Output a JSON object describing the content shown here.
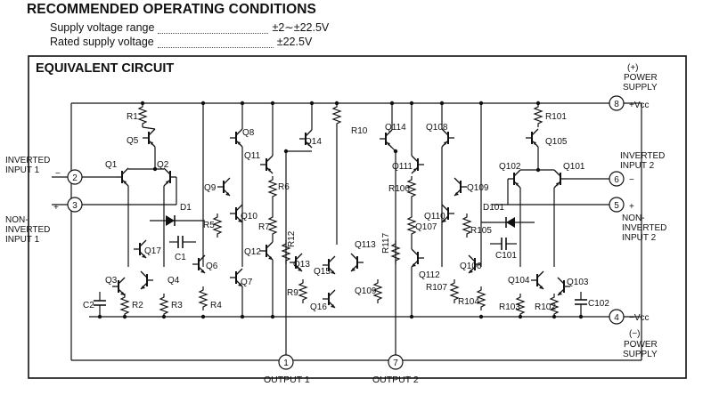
{
  "section_title": "RECOMMENDED OPERATING CONDITIONS",
  "specs": [
    {
      "label": "Supply voltage range",
      "value": "±2∼±22.5V"
    },
    {
      "label": "Rated supply voltage",
      "value": "±22.5V"
    }
  ],
  "diagram": {
    "title": "EQUIVALENT CIRCUIT",
    "pins": {
      "p8": {
        "num": "8",
        "label": "+Vcc"
      },
      "p4": {
        "num": "4",
        "label": "−Vcc"
      },
      "p2": {
        "num": "2"
      },
      "p3": {
        "num": "3"
      },
      "p6": {
        "num": "6"
      },
      "p5": {
        "num": "5"
      },
      "p1": {
        "num": "1"
      },
      "p7": {
        "num": "7"
      }
    },
    "labels": {
      "pos_supply_sign": "(+)",
      "pos_supply_1": "POWER",
      "pos_supply_2": "SUPPLY",
      "neg_supply_sign": "(−)",
      "neg_supply_1": "POWER",
      "neg_supply_2": "SUPPLY",
      "inv_input1_a": "INVERTED",
      "inv_input1_b": "INPUT 1",
      "noninv_input1_a": "NON-",
      "noninv_input1_b": "INVERTED",
      "noninv_input1_c": "INPUT 1",
      "inv_input2_a": "INVERTED",
      "inv_input2_b": "INPUT 2",
      "noninv_input2_a": "NON-",
      "noninv_input2_b": "INVERTED",
      "noninv_input2_c": "INPUT 2",
      "output1": "OUTPUT 1",
      "output2": "OUTPUT 2",
      "minus_sign_1": "−",
      "plus_sign_1": "+",
      "minus_sign_2": "−",
      "plus_sign_2": "+"
    },
    "components": {
      "q1": "Q1",
      "q2": "Q2",
      "q3": "Q3",
      "q4": "Q4",
      "q5": "Q5",
      "q6": "Q6",
      "q7": "Q7",
      "q8": "Q8",
      "q9": "Q9",
      "q10": "Q10",
      "q11": "Q11",
      "q12": "Q12",
      "q13": "Q13",
      "q14": "Q14",
      "q15": "Q15",
      "q16": "Q16",
      "q17": "Q17",
      "q101": "Q101",
      "q102": "Q102",
      "q103": "Q103",
      "q104": "Q104",
      "q105": "Q105",
      "q106": "Q106",
      "q107": "Q107",
      "q108": "Q108",
      "q109": "Q109",
      "q110": "Q110",
      "q111": "Q111",
      "q112": "Q112",
      "q113": "Q113",
      "q114": "Q114",
      "q109b": "Q109",
      "r1": "R1",
      "r2": "R2",
      "r3": "R3",
      "r4": "R4",
      "r5": "R5",
      "r6": "R6",
      "r7": "R7",
      "r9": "R9",
      "r10": "R10",
      "r12": "R12",
      "r101": "R101",
      "r102": "R102",
      "r103": "R103",
      "r104": "R104",
      "r105": "R105",
      "r106": "R106",
      "r107": "R107",
      "r117": "R117",
      "c1": "C1",
      "c2": "C2",
      "c101": "C101",
      "c102": "C102",
      "d1": "D1",
      "d101": "D101"
    }
  }
}
